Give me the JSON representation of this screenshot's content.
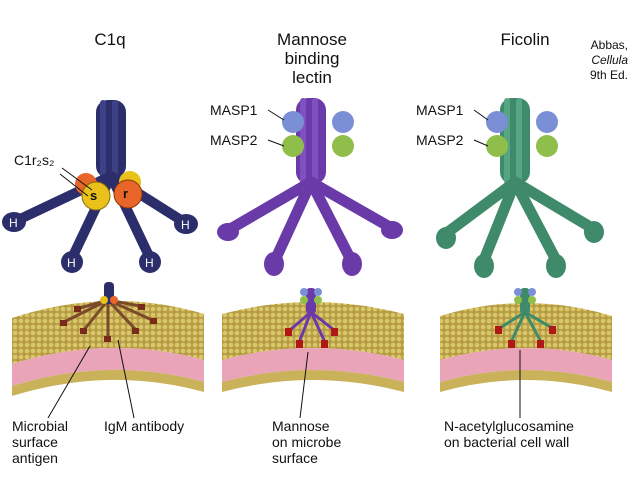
{
  "panels": [
    {
      "title_lines": [
        "C1q"
      ],
      "color": "#2b2e6b",
      "caption_lines": [
        "Microbial",
        "surface",
        "antigen"
      ],
      "caption2": "IgM antibody",
      "labels": [
        "C1r₂s₂",
        "s",
        "r",
        "H",
        "H",
        "H",
        "H"
      ]
    },
    {
      "title_lines": [
        "Mannose",
        "binding",
        "lectin"
      ],
      "color": "#6a3aa8",
      "caption_lines": [
        "Mannose",
        "on microbe",
        "surface"
      ],
      "labels": [
        "MASP1",
        "MASP2"
      ]
    },
    {
      "title_lines": [
        "Ficolin"
      ],
      "color": "#3f8a6a",
      "caption_lines": [
        "N-acetylglucosamine",
        "on bacterial cell wall"
      ],
      "labels": [
        "MASP1",
        "MASP2"
      ]
    }
  ],
  "credit": {
    "line1": "Abbas,",
    "line2": "Cellula",
    "line3": "9th Ed."
  },
  "colors": {
    "masp1": "#7b8fd6",
    "masp2": "#8fbf4a",
    "c1s": "#e8c21b",
    "c1r": "#e8662a",
    "membrane": "#c9b25a",
    "bilayer": "#e9a4b7"
  }
}
